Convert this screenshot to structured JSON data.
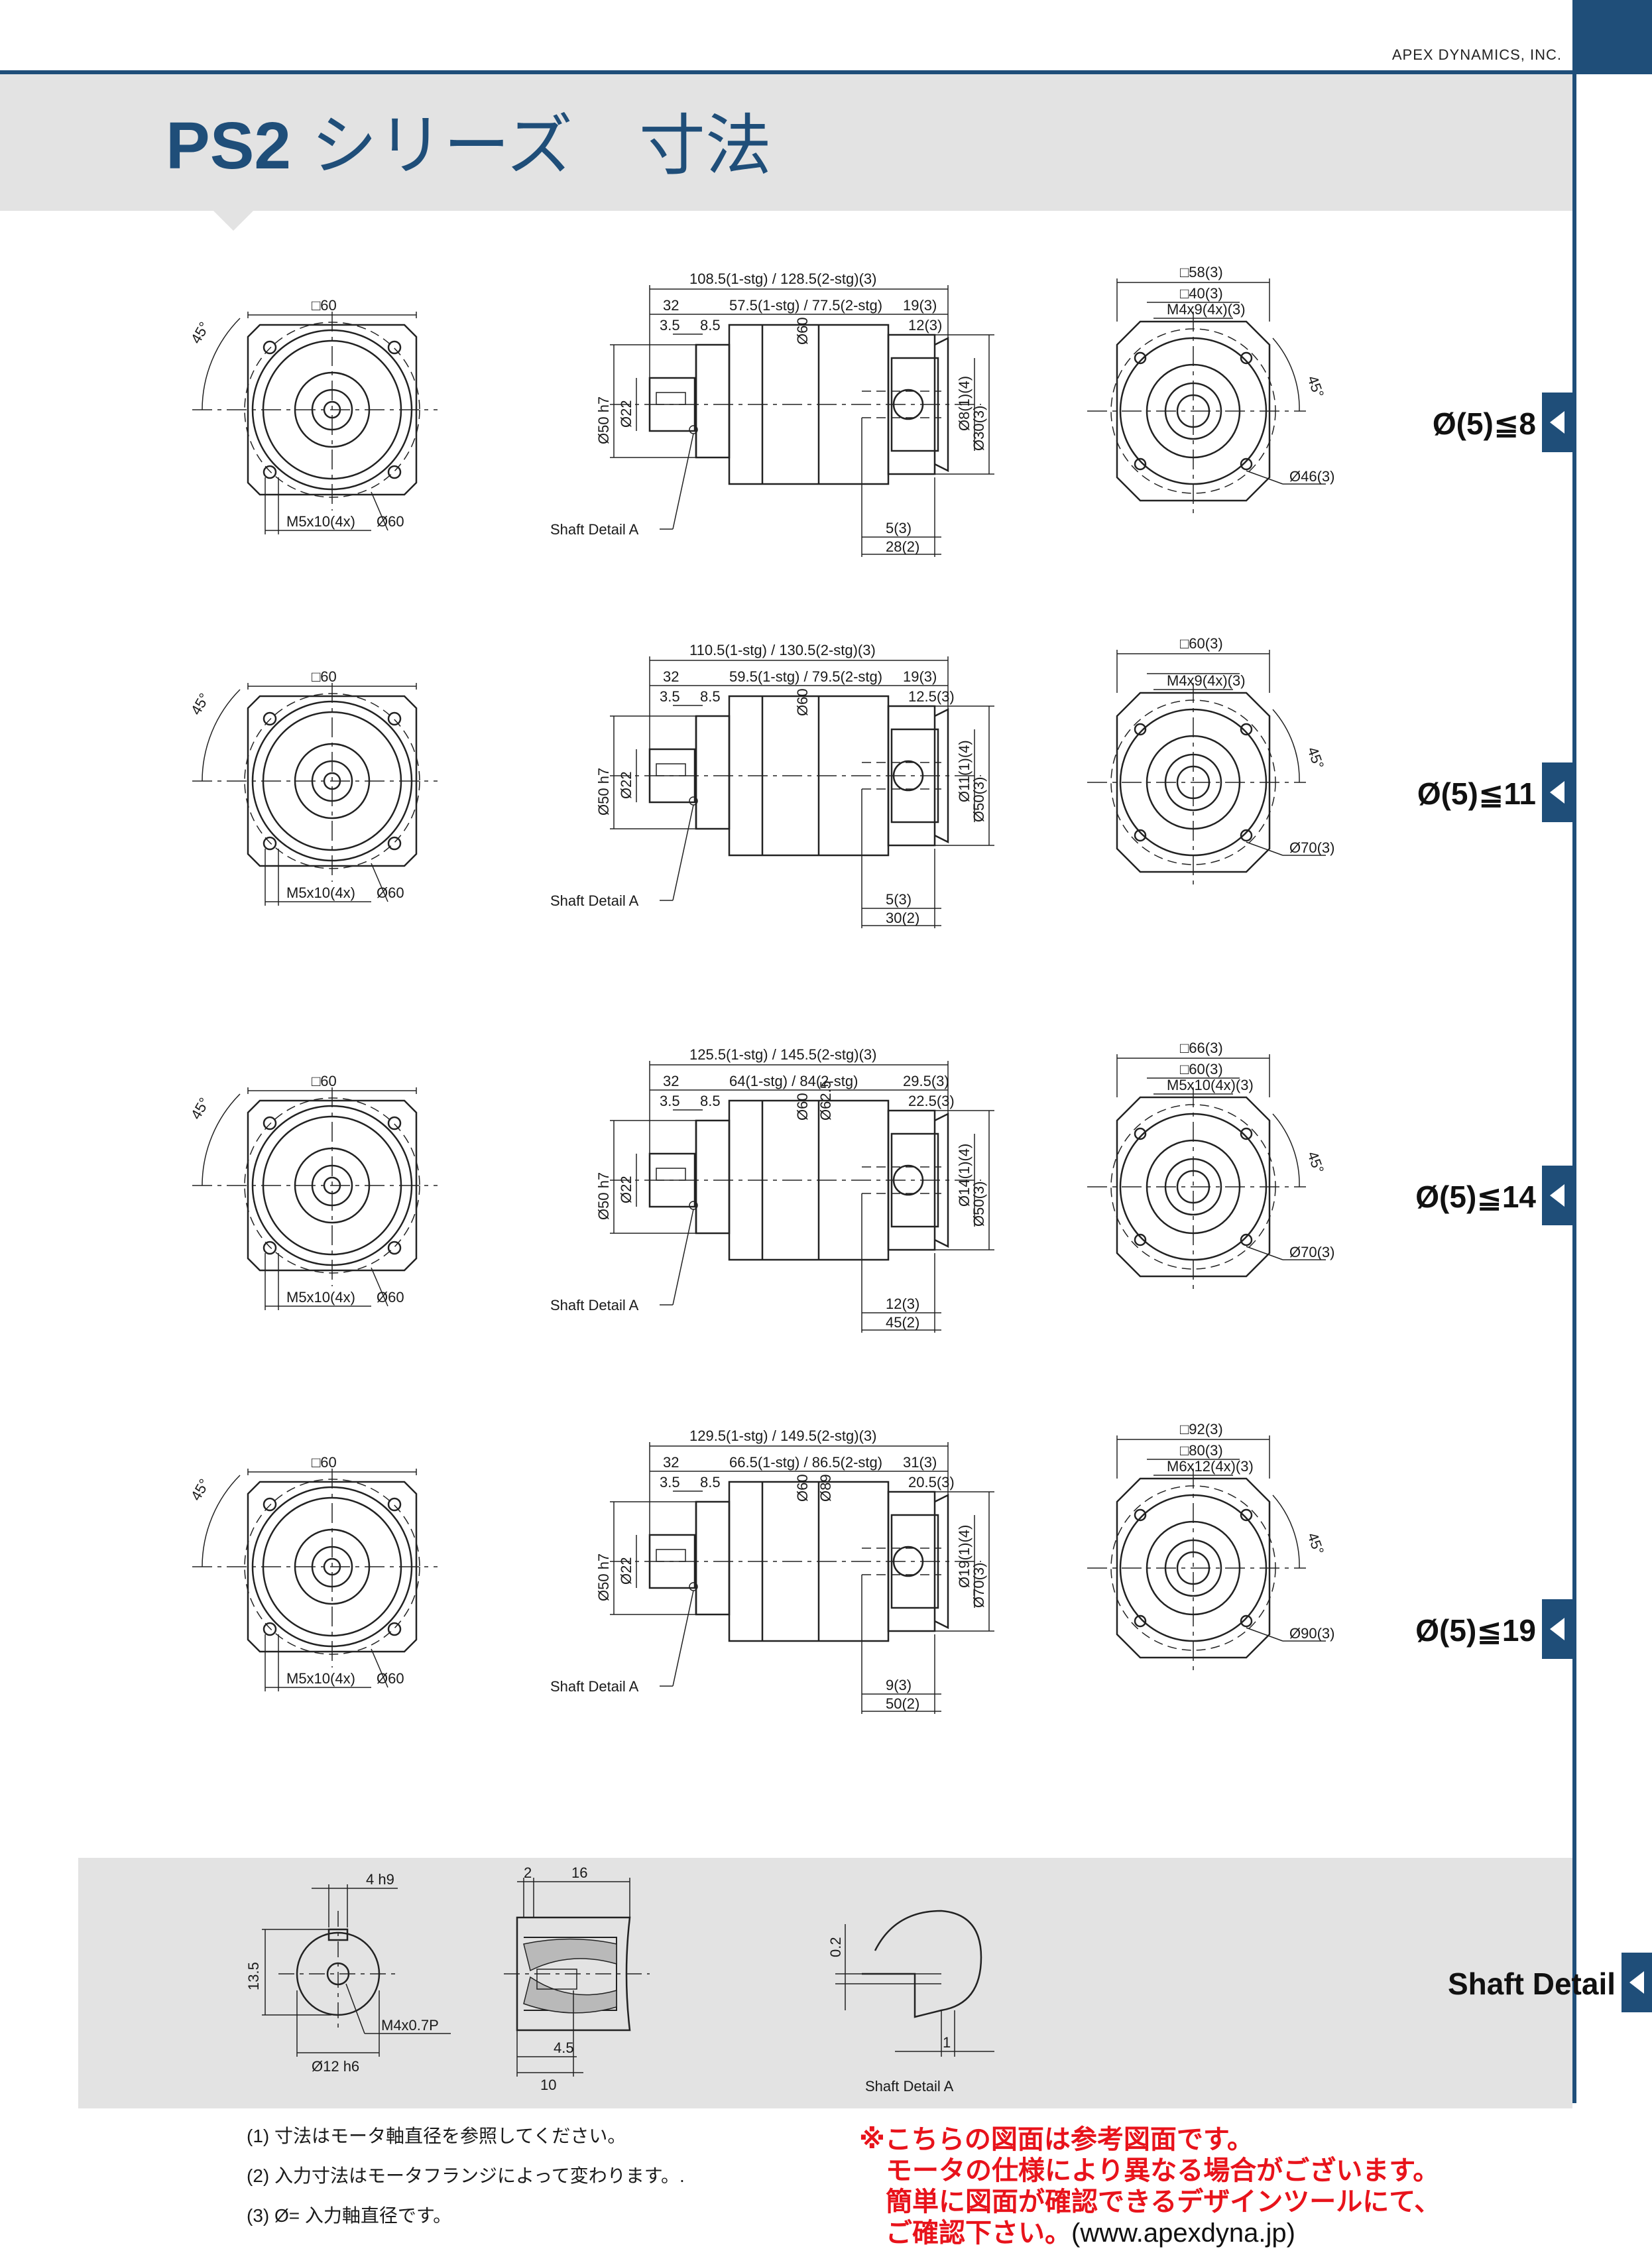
{
  "header": {
    "company": "APEX DYNAMICS, INC.",
    "title_main": "PS2",
    "title_sub": "シリーズ　寸法"
  },
  "rows": [
    {
      "label": "Ø(5)≦8",
      "front": {
        "square": "□60",
        "bolt": "M5x10(4x)",
        "pcd": "Ø60",
        "angle": "45°"
      },
      "side": {
        "total": "108.5(1-stg) / 128.5(2-stg)(3)",
        "d32": "32",
        "mid": "57.5(1-stg) / 77.5(2-stg)",
        "d_right": "19(3)",
        "d35": "3.5",
        "d85": "8.5",
        "dia60": "Ø60",
        "d_small": "12(3)",
        "bore": "Ø8(1)(4)",
        "pilot_out": "Ø30(3)",
        "pilot": "Ø50 h7",
        "shaft": "Ø22",
        "d_bot1": "5(3)",
        "d_bot2": "28(2)",
        "detail": "Shaft Detail  A"
      },
      "back": {
        "sq1": "□58(3)",
        "sq2": "□40(3)",
        "tap": "M4x9(4x)(3)",
        "pcd": "Ø46(3)",
        "angle": "45°"
      }
    },
    {
      "label": "Ø(5)≦11",
      "front": {
        "square": "□60",
        "bolt": "M5x10(4x)",
        "pcd": "Ø60",
        "angle": "45°"
      },
      "side": {
        "total": "110.5(1-stg) / 130.5(2-stg)(3)",
        "d32": "32",
        "mid": "59.5(1-stg) / 79.5(2-stg)",
        "d_right": "19(3)",
        "d35": "3.5",
        "d85": "8.5",
        "dia60": "Ø60",
        "d_small": "12.5(3)",
        "bore": "Ø11(1)(4)",
        "pilot_out": "Ø50(3)",
        "pilot": "Ø50 h7",
        "shaft": "Ø22",
        "d_bot1": "5(3)",
        "d_bot2": "30(2)",
        "detail": "Shaft Detail  A"
      },
      "back": {
        "sq1": "□60(3)",
        "sq2": "",
        "tap": "M4x9(4x)(3)",
        "pcd": "Ø70(3)",
        "angle": "45°"
      }
    },
    {
      "label": "Ø(5)≦14",
      "front": {
        "square": "□60",
        "bolt": "M5x10(4x)",
        "pcd": "Ø60",
        "angle": "45°"
      },
      "side": {
        "total": "125.5(1-stg) / 145.5(2-stg)(3)",
        "d32": "32",
        "mid": "64(1-stg) / 84(2-stg)",
        "d_right": "29.5(3)",
        "d35": "3.5",
        "d85": "8.5",
        "dia60": "Ø60",
        "dia625": "Ø62.5",
        "d_small": "22.5(3)",
        "bore": "Ø14(1)(4)",
        "pilot_out": "Ø50(3)",
        "pilot": "Ø50 h7",
        "shaft": "Ø22",
        "d_bot1": "12(3)",
        "d_bot2": "45(2)",
        "detail": "Shaft Detail  A"
      },
      "back": {
        "sq1": "□66(3)",
        "sq2": "□60(3)",
        "tap": "M5x10(4x)(3)",
        "pcd": "Ø70(3)",
        "angle": "45°"
      }
    },
    {
      "label": "Ø(5)≦19",
      "front": {
        "square": "□60",
        "bolt": "M5x10(4x)",
        "pcd": "Ø60",
        "angle": "45°"
      },
      "side": {
        "total": "129.5(1-stg) / 149.5(2-stg)(3)",
        "d32": "32",
        "mid": "66.5(1-stg) / 86.5(2-stg)",
        "d_right": "31(3)",
        "d35": "3.5",
        "d85": "8.5",
        "dia60": "Ø60",
        "dia625": "Ø89",
        "d_small": "20.5(3)",
        "bore": "Ø19(1)(4)",
        "pilot_out": "Ø70(3)",
        "pilot": "Ø50 h7",
        "shaft": "Ø22",
        "d_bot1": "9(3)",
        "d_bot2": "50(2)",
        "detail": "Shaft Detail  A"
      },
      "back": {
        "sq1": "□92(3)",
        "sq2": "□80(3)",
        "tap": "M6x12(4x)(3)",
        "pcd": "Ø90(3)",
        "angle": "45°"
      }
    }
  ],
  "shaft_detail": {
    "label": "Shaft Detail",
    "key_width": "4 h9",
    "height": "13.5",
    "thread": "M4x0.7P",
    "dia": "Ø12 h6",
    "d2": "2",
    "d16": "16",
    "d45": "4.5",
    "d10": "10",
    "d02": "0.2",
    "d1": "1",
    "caption": "Shaft  Detail  A"
  },
  "notes": [
    "(1) 寸法はモータ軸直径を参照してください。",
    "(2) 入力寸法はモータフランジによって変わります。.",
    "(3) Ø= 入力軸直径です。"
  ],
  "notice": {
    "lines": [
      "※こちらの図面は参考図面です。",
      "　モータの仕様により異なる場合がございます。",
      "　簡単に図面が確認できるデザインツールにて、"
    ],
    "last_prefix": "　ご確認下さい。",
    "url": "(www.apexdyna.jp)"
  }
}
